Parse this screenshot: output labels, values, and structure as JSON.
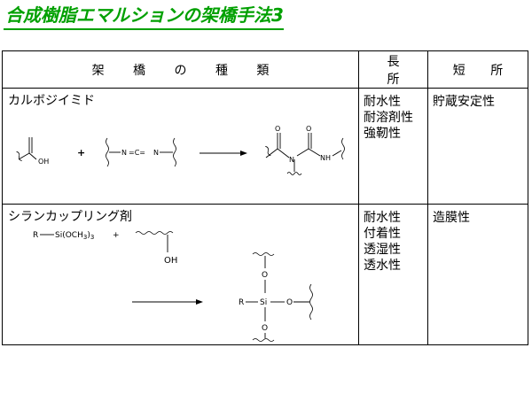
{
  "title": "合成樹脂エマルションの架橋手法3",
  "table": {
    "headers": {
      "method": "架 橋 の 種 類",
      "pros": "長 所",
      "cons": "短 所"
    },
    "rows": [
      {
        "method": "カルボジイミド",
        "pros": [
          "耐水性",
          "耐溶剤性",
          "強靭性"
        ],
        "cons": [
          "貯蔵安定性"
        ],
        "diagram": {
          "oh": "OH",
          "plus": "+",
          "n1": "N",
          "eq1": "=C=",
          "n2": "N",
          "o_left": "O",
          "n_mid": "N",
          "o_right": "O",
          "nh": "NH"
        }
      },
      {
        "method": "シランカップリング剤",
        "pros": [
          "耐水性",
          "付着性",
          "透湿性",
          "透水性"
        ],
        "cons": [
          "造膜性"
        ],
        "diagram": {
          "r_silane": "R",
          "si_group": "Si(OCH",
          "sub3a": "3",
          "paren": ")",
          "sub3b": "3",
          "plus": "+",
          "oh": "OH",
          "r_prod": "R",
          "si": "Si",
          "o_top": "O",
          "o_right": "O",
          "o_bottom": "O"
        }
      }
    ]
  }
}
